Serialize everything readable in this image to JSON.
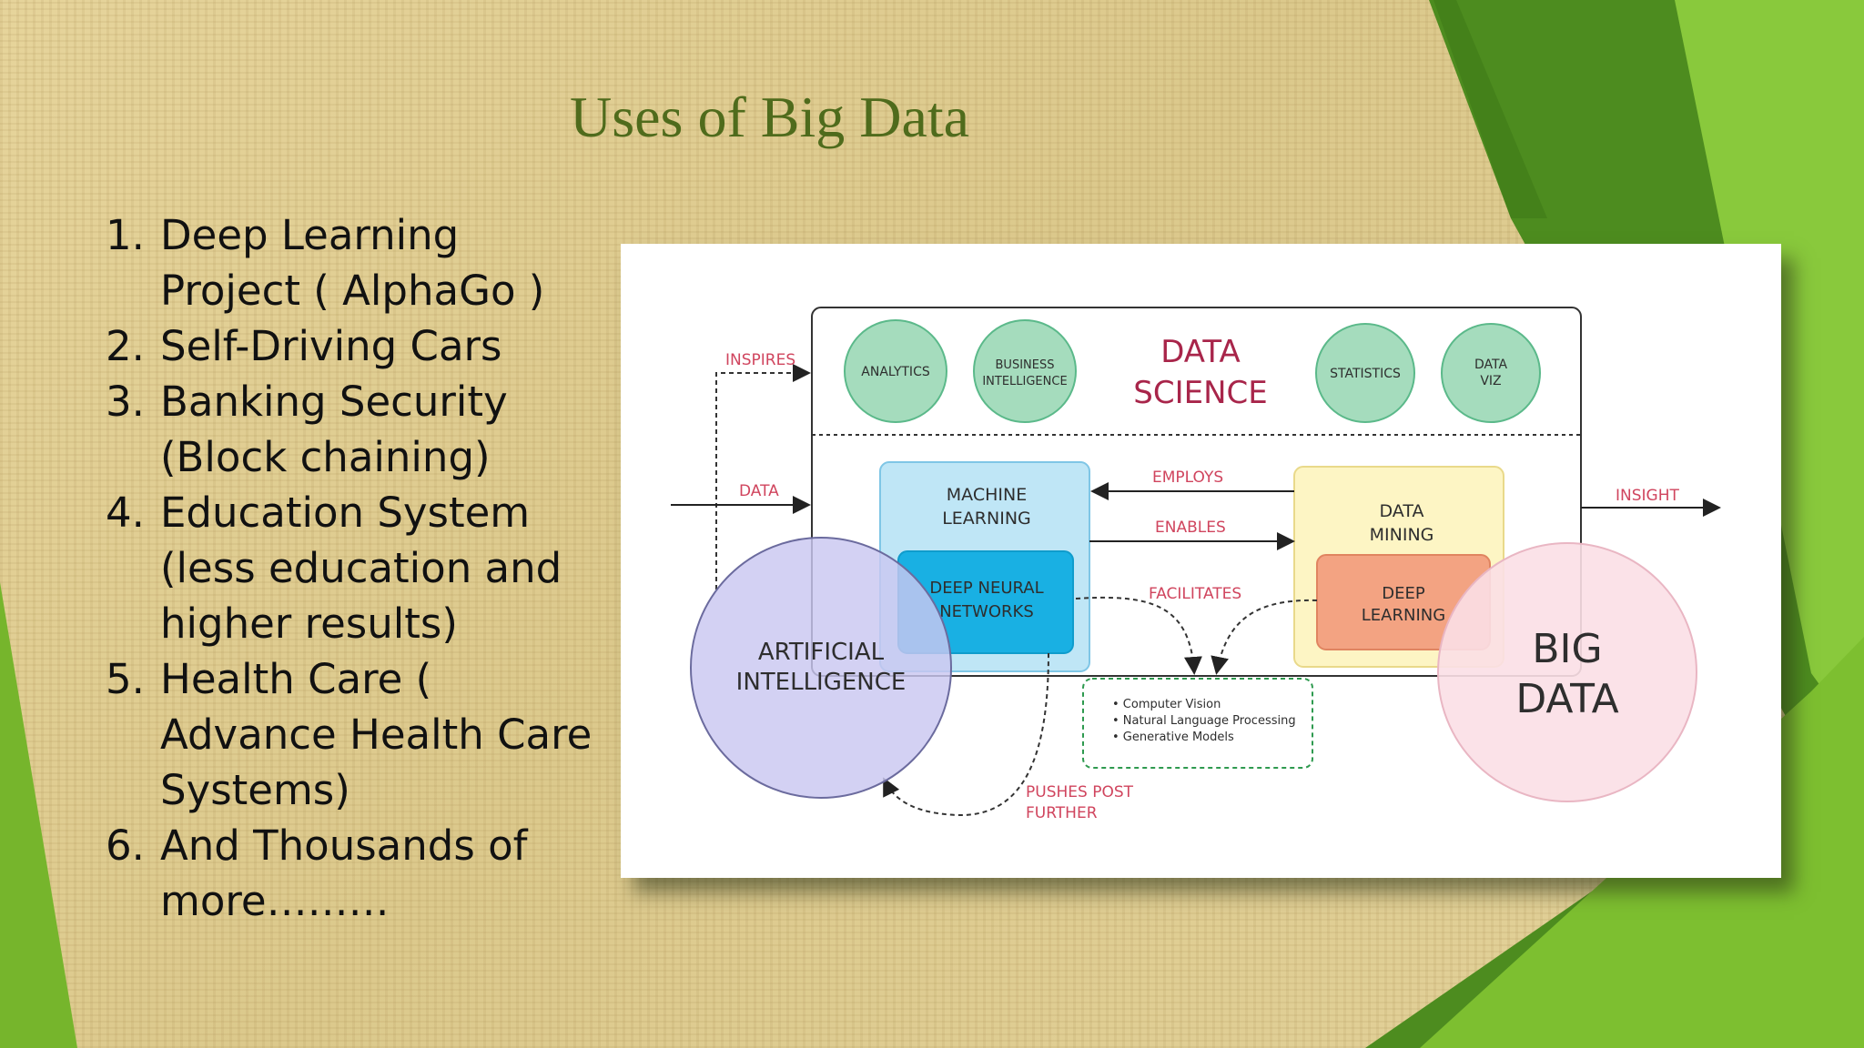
{
  "slide": {
    "title": "Uses of Big Data",
    "items": [
      {
        "num": "1.",
        "lines": [
          "Deep Learning",
          "Project ( AlphaGo )"
        ]
      },
      {
        "num": "2.",
        "lines": [
          "Self-Driving Cars"
        ]
      },
      {
        "num": "3.",
        "lines": [
          "Banking Security",
          "(Block chaining)"
        ]
      },
      {
        "num": "4.",
        "lines": [
          "Education System",
          "(less education and",
          "higher results)"
        ]
      },
      {
        "num": "5.",
        "lines": [
          "Health Care (",
          "Advance Health Care",
          "Systems)"
        ]
      },
      {
        "num": "6.",
        "lines": [
          "And Thousands of",
          "more………"
        ]
      }
    ]
  },
  "diagram": {
    "data_science": [
      "DATA",
      "SCIENCE"
    ],
    "analytics": [
      "ANALYTICS"
    ],
    "business_intelligence": [
      "BUSINESS",
      "INTELLIGENCE"
    ],
    "statistics": [
      "STATISTICS"
    ],
    "data_viz": [
      "DATA",
      "VIZ"
    ],
    "inspires": "INSPIRES",
    "data_in": "DATA",
    "insight": "INSIGHT",
    "employs": "EMPLOYS",
    "enables": "ENABLES",
    "facilitates": "FACILITATES",
    "pushes": [
      "PUSHES POST",
      "FURTHER"
    ],
    "machine_learning": [
      "MACHINE",
      "LEARNING"
    ],
    "deep_neural_networks": [
      "DEEP NEURAL",
      "NETWORKS"
    ],
    "data_mining": [
      "DATA",
      "MINING"
    ],
    "deep_learning": [
      "DEEP",
      "LEARNING"
    ],
    "artificial_intelligence": [
      "ARTIFICIAL",
      "INTELLIGENCE"
    ],
    "big_data": [
      "BIG",
      "DATA"
    ],
    "applications": [
      "• Computer Vision",
      "• Natural Language Processing",
      "• Generative Models"
    ]
  },
  "colors": {
    "title_green": "#4f6b1c",
    "accent_green": "#6aae2a",
    "label_red": "#d0455e",
    "data_science_maroon": "#a8254a"
  }
}
